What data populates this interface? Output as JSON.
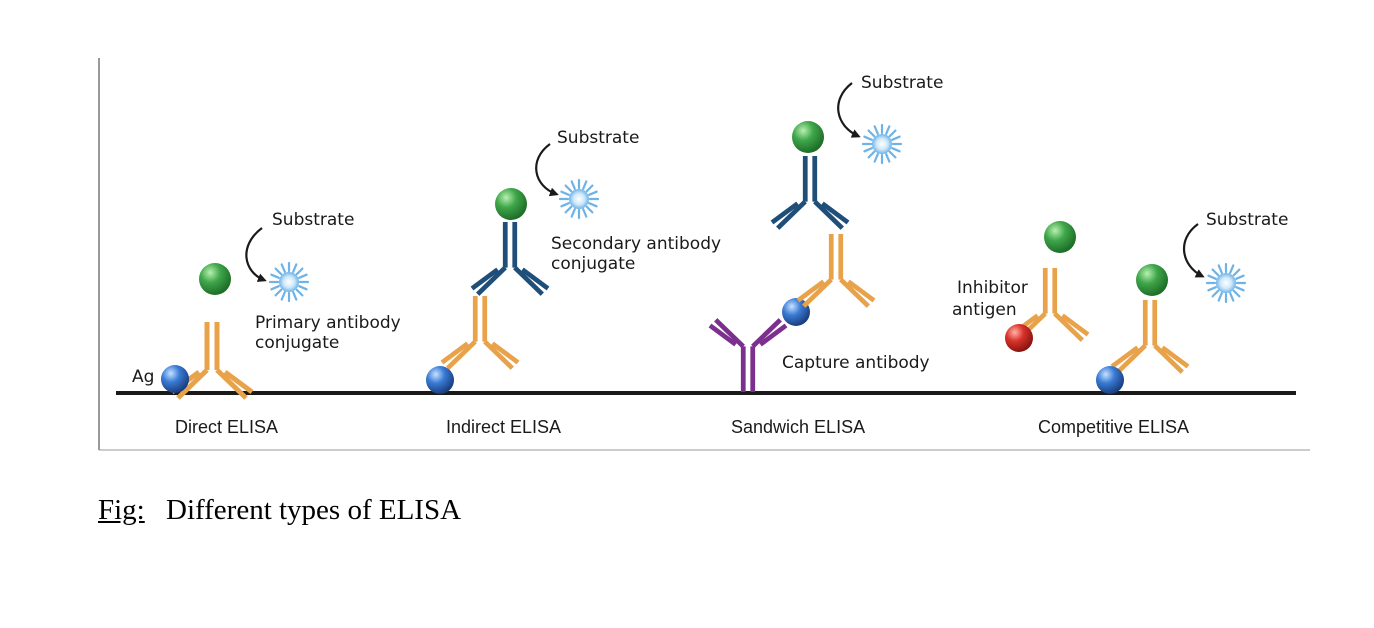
{
  "panels": {
    "direct": {
      "title": "Direct ELISA",
      "ag_label": "Ag",
      "substrate_label": "Substrate",
      "conjugate_label_line1": "Primary antibody",
      "conjugate_label_line2": "conjugate"
    },
    "indirect": {
      "title": "Indirect ELISA",
      "substrate_label": "Substrate",
      "conjugate_label_line1": "Secondary antibody",
      "conjugate_label_line2": "conjugate"
    },
    "sandwich": {
      "title": "Sandwich ELISA",
      "substrate_label": "Substrate",
      "capture_label": "Capture antibody"
    },
    "competitive": {
      "title": "Competitive ELISA",
      "substrate_label": "Substrate",
      "inhibitor_label_line1": "Inhibitor",
      "inhibitor_label_line2": "antigen"
    }
  },
  "caption": {
    "prefix": "Fig:",
    "text": "Different types of ELISA"
  },
  "colors": {
    "primary_antibody": "#e8a24a",
    "secondary_antibody": "#1f4e79",
    "capture_antibody": "#7b2f8e",
    "antigen": "#3a7bd5",
    "enzyme": "#3fa64a",
    "inhibitor_antigen": "#d9322a",
    "substrate": "#8cc8f0",
    "baseline": "#1a1a1a"
  }
}
